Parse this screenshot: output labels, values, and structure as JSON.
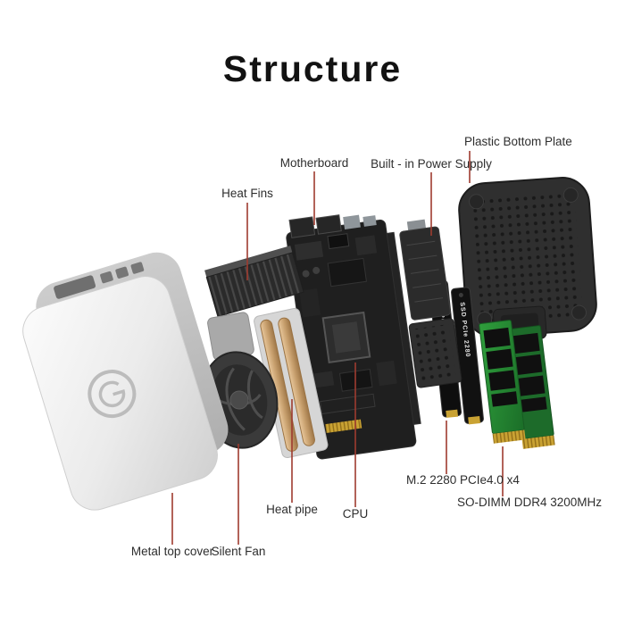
{
  "title": "Structure",
  "labels": {
    "plastic_bottom_plate": "Plastic Bottom Plate",
    "power_supply": "Built - in Power Supply",
    "motherboard": "Motherboard",
    "heat_fins": "Heat Fins",
    "m2_ssd": "M.2 2280 PCIe4.0 x4",
    "so_dimm": "SO-DIMM DDR4 3200MHz",
    "heat_pipe": "Heat pipe",
    "cpu": "CPU",
    "metal_top_cover": "Metal top cover",
    "silent_fan": "Silent Fan",
    "ssd_marking": "SSD PCIe 2280"
  },
  "colors": {
    "background": "#ffffff",
    "title_text": "#121212",
    "label_text": "#2e2e2e",
    "leader_line": "#9e3b2f",
    "metal_silver": "#e9e9e9",
    "copper": "#c79f6d",
    "pcb_dark": "#1f1f1f",
    "ram_green": "#27872f",
    "plate_dark": "#2f2f2f",
    "gold": "#c9a233"
  }
}
